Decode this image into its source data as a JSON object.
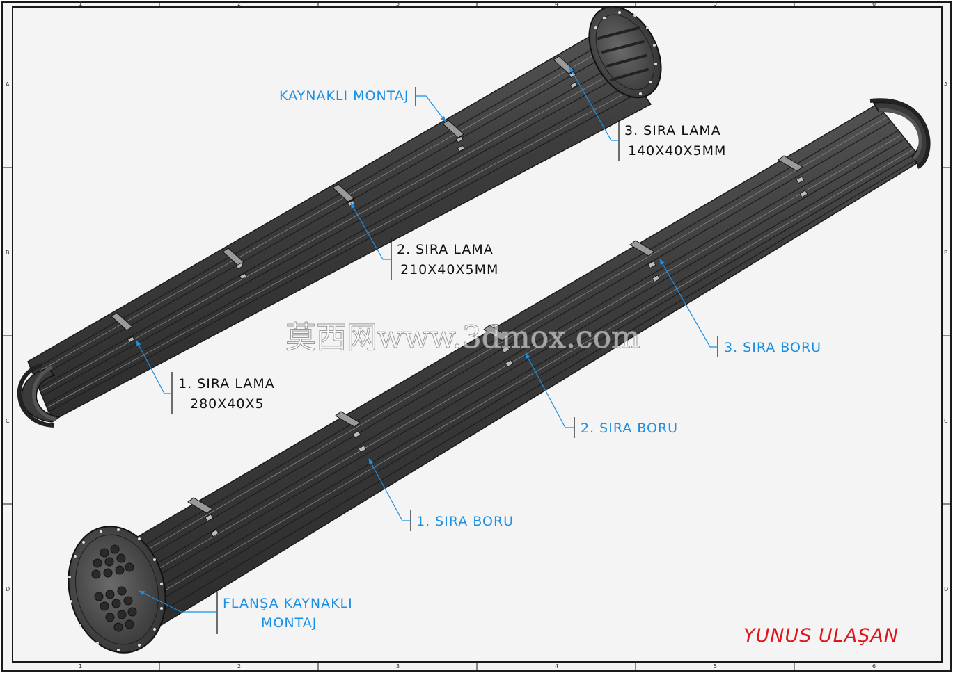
{
  "colors": {
    "paper": "#f4f4f4",
    "frame": "#1a1a1a",
    "tube": "#4a4a4a",
    "tube_dark": "#2c2c2c",
    "tube_light": "#7a7a7a",
    "callout_blue": "#1a8fe3",
    "callout_black": "#111111",
    "signature_red": "#e0151b"
  },
  "grid": {
    "columns": [
      "1",
      "2",
      "3",
      "4",
      "5",
      "6"
    ],
    "rows": [
      "A",
      "B",
      "C",
      "D"
    ]
  },
  "callouts": {
    "weld_mount": "KAYNAKLI MONTAJ",
    "lama3_line1": "3. SIRA LAMA",
    "lama3_line2": "140X40X5MM",
    "lama2_line1": "2. SIRA LAMA",
    "lama2_line2": "210X40X5MM",
    "lama1_line1": "1. SIRA LAMA",
    "lama1_line2": "280X40X5",
    "boru3": "3. SIRA BORU",
    "boru2": "2. SIRA BORU",
    "boru1": "1. SIRA BORU",
    "flange_line1": "FLANŞA KAYNAKLI",
    "flange_line2": "MONTAJ"
  },
  "watermark": "莫西网www.3dmox.com",
  "signature": "YUNUS ULAŞAN"
}
